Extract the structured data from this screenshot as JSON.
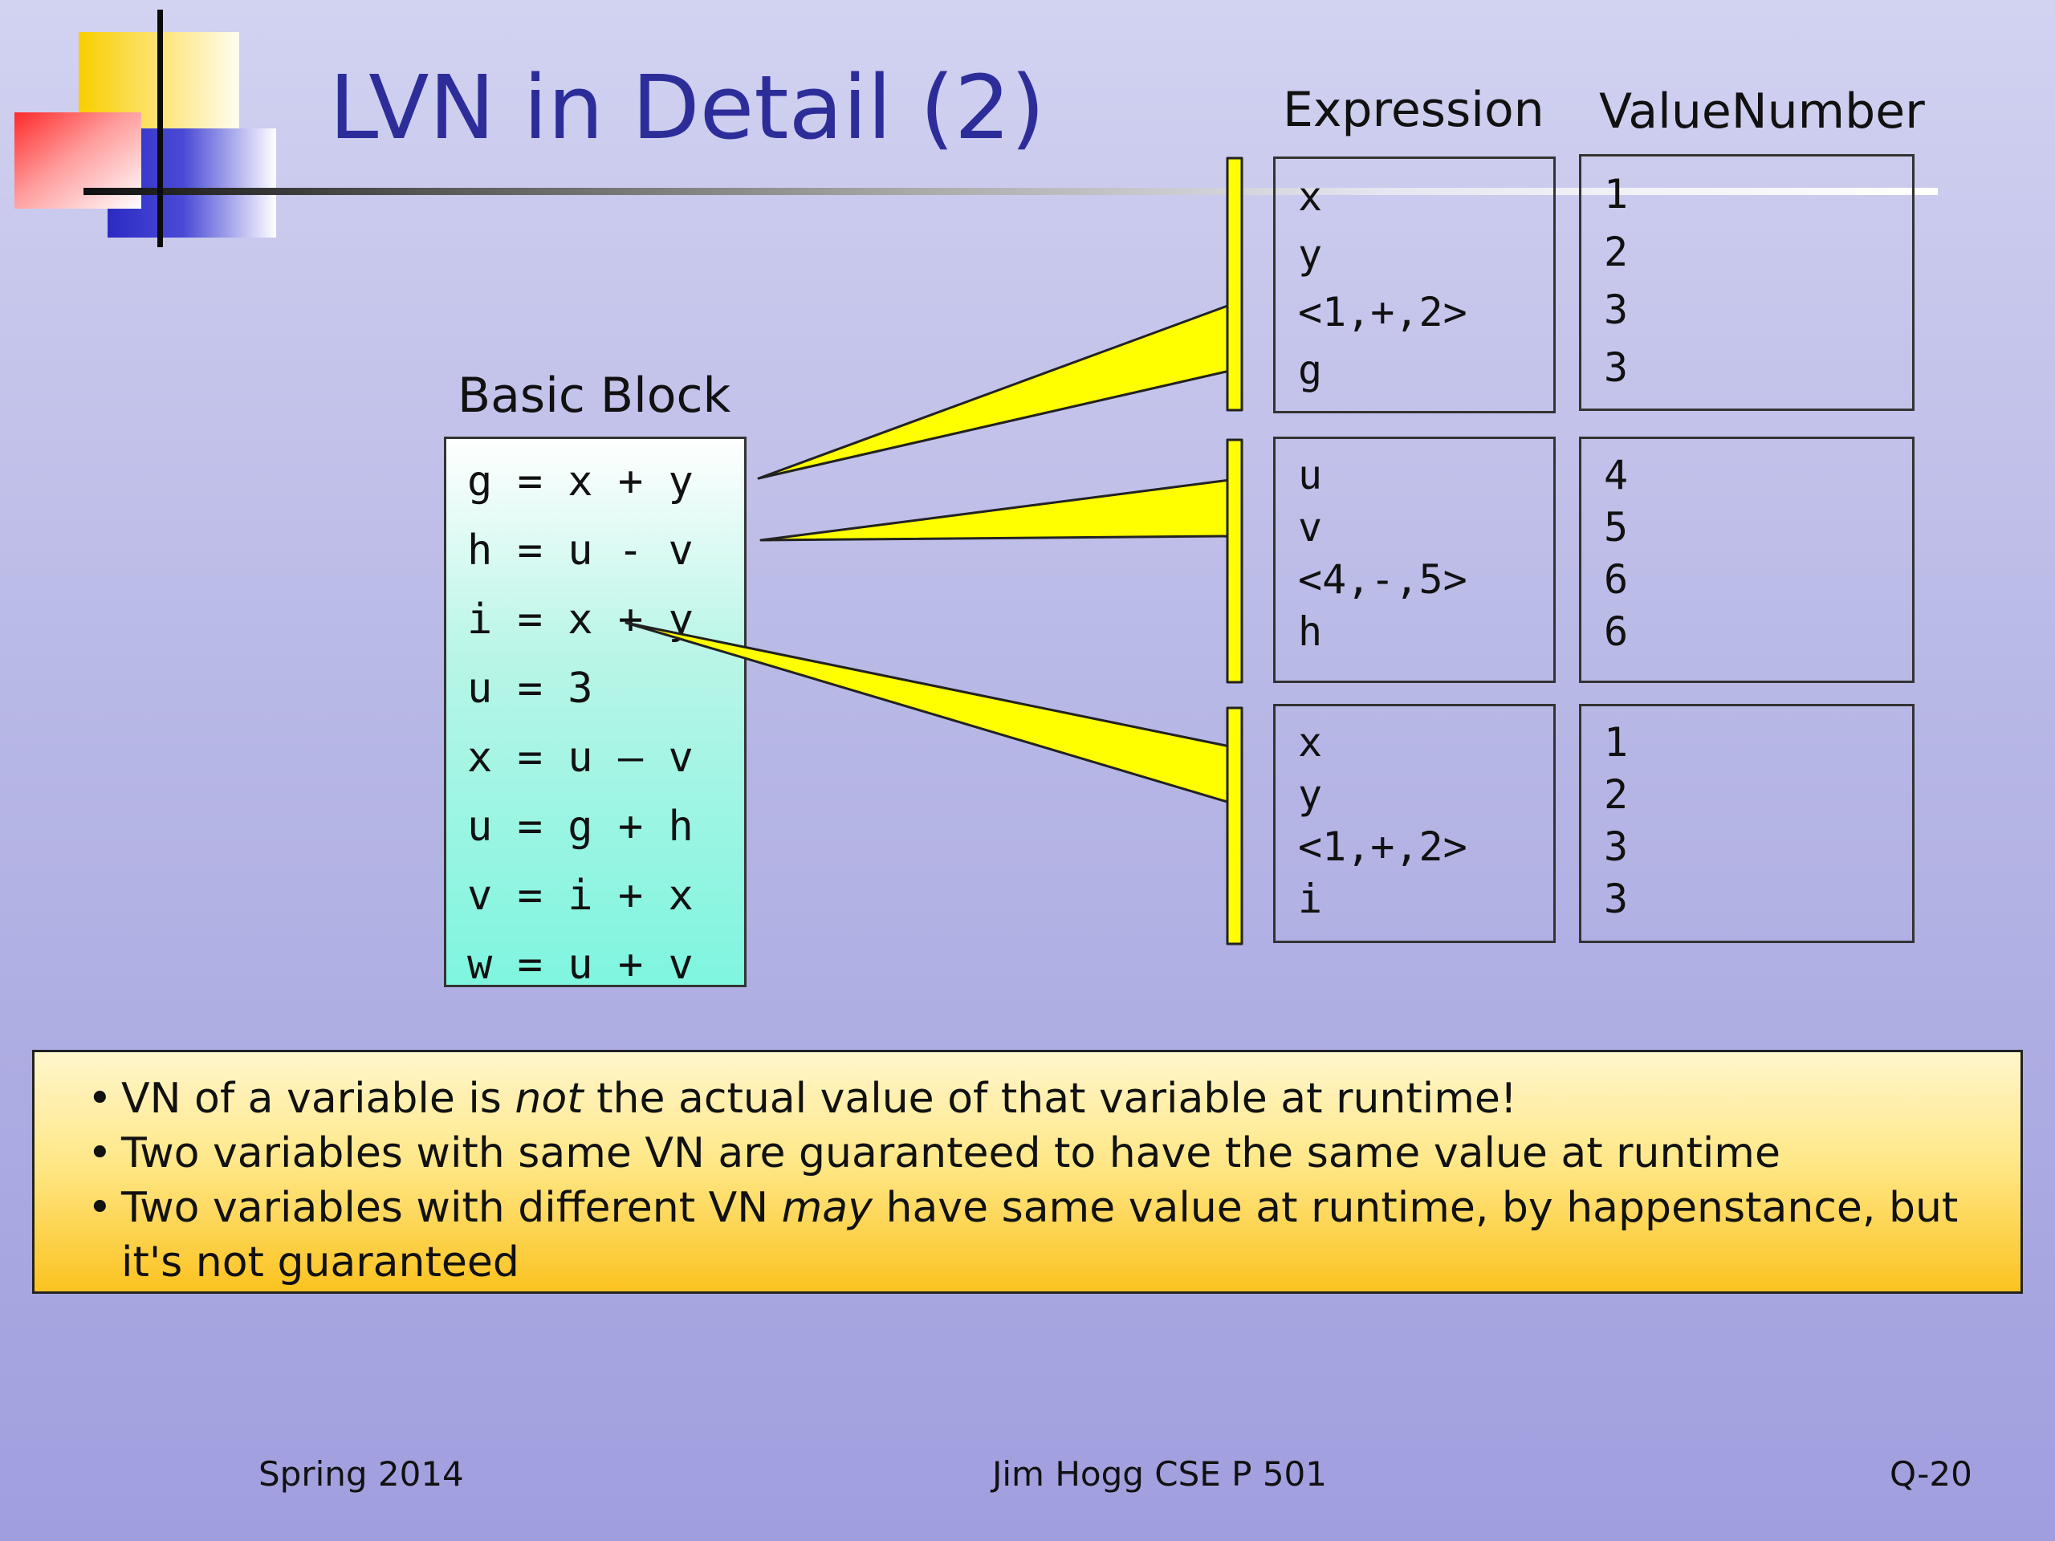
{
  "slide": {
    "title": "LVN in Detail (2)",
    "basic_block_label": "Basic Block",
    "code_lines": [
      "g = x + y",
      "h = u - v",
      "i = x + y",
      "u = 3",
      "x = u – v",
      "u = g + h",
      "v = i + x",
      "w = u + v"
    ],
    "expression_header": "Expression",
    "valuenumber_header": "ValueNumber",
    "tables": [
      {
        "expressions": [
          "x",
          "y",
          "<1,+,2>",
          "g"
        ],
        "value_numbers": [
          "1",
          "2",
          "3",
          "3"
        ]
      },
      {
        "expressions": [
          "u",
          "v",
          "<4,-,5>",
          "h"
        ],
        "value_numbers": [
          "4",
          "5",
          "6",
          "6"
        ]
      },
      {
        "expressions": [
          "x",
          "y",
          "<1,+,2>",
          "i"
        ],
        "value_numbers": [
          "1",
          "2",
          "3",
          "3"
        ]
      }
    ],
    "notes": {
      "n1_pre": "VN of a variable is ",
      "n1_em": "not",
      "n1_post": " the actual value of that variable at runtime!",
      "n2": "Two variables with same VN are guaranteed to have the same value at runtime",
      "n3_pre": "Two variables with different VN ",
      "n3_em": "may",
      "n3_post": " have same value at runtime, by happenstance, but it's not guaranteed",
      "bullet": "•"
    },
    "footer": {
      "left": "Spring 2014",
      "center": "Jim Hogg CSE P 501",
      "right": "Q-20"
    }
  },
  "colors": {
    "title": "#2d2d9a",
    "wedge": "#ffff00",
    "notes_bg": "#ffe88a",
    "block_bg": "#7ff5df"
  }
}
